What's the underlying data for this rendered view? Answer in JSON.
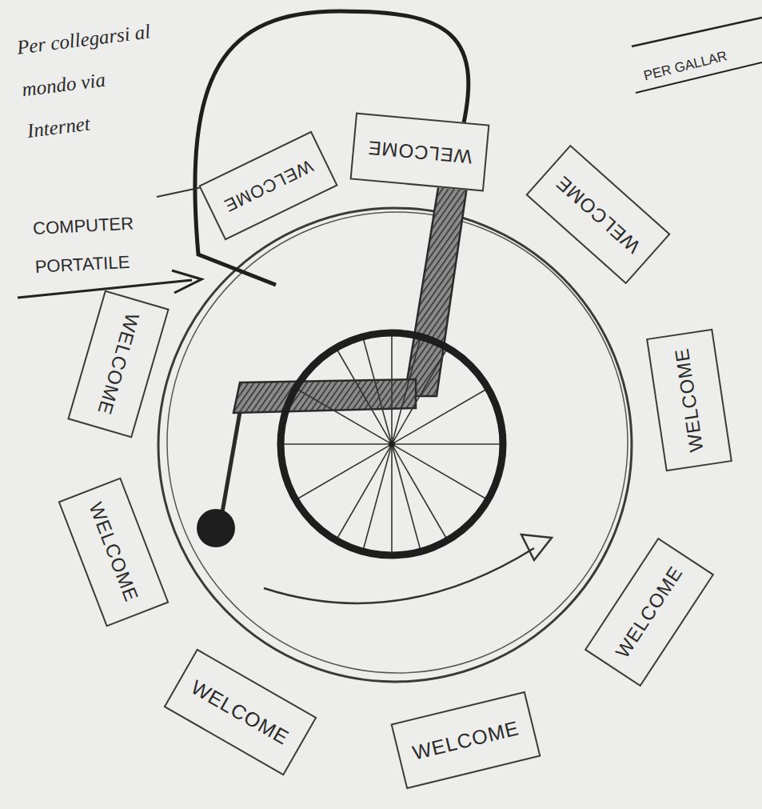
{
  "diagram": {
    "nodes": [
      {
        "text": [
          "WELCOME"
        ]
      },
      {
        "text": [
          "WELCOME"
        ]
      },
      {
        "text": [
          "WELCOME"
        ]
      },
      {
        "text": [
          "WELCOME"
        ]
      },
      {
        "text": [
          "WELCOME"
        ]
      },
      {
        "text": [
          "WELCOME"
        ]
      },
      {
        "text": [
          "WELCOME"
        ]
      },
      {
        "text": [
          "WELCOME"
        ]
      },
      {
        "text": [
          "WELCOME"
        ]
      }
    ],
    "labels": [
      "Per collegarsi al mondo via Internet",
      "COMPUTER PORTATILE",
      "PER GALLAR"
    ]
  }
}
